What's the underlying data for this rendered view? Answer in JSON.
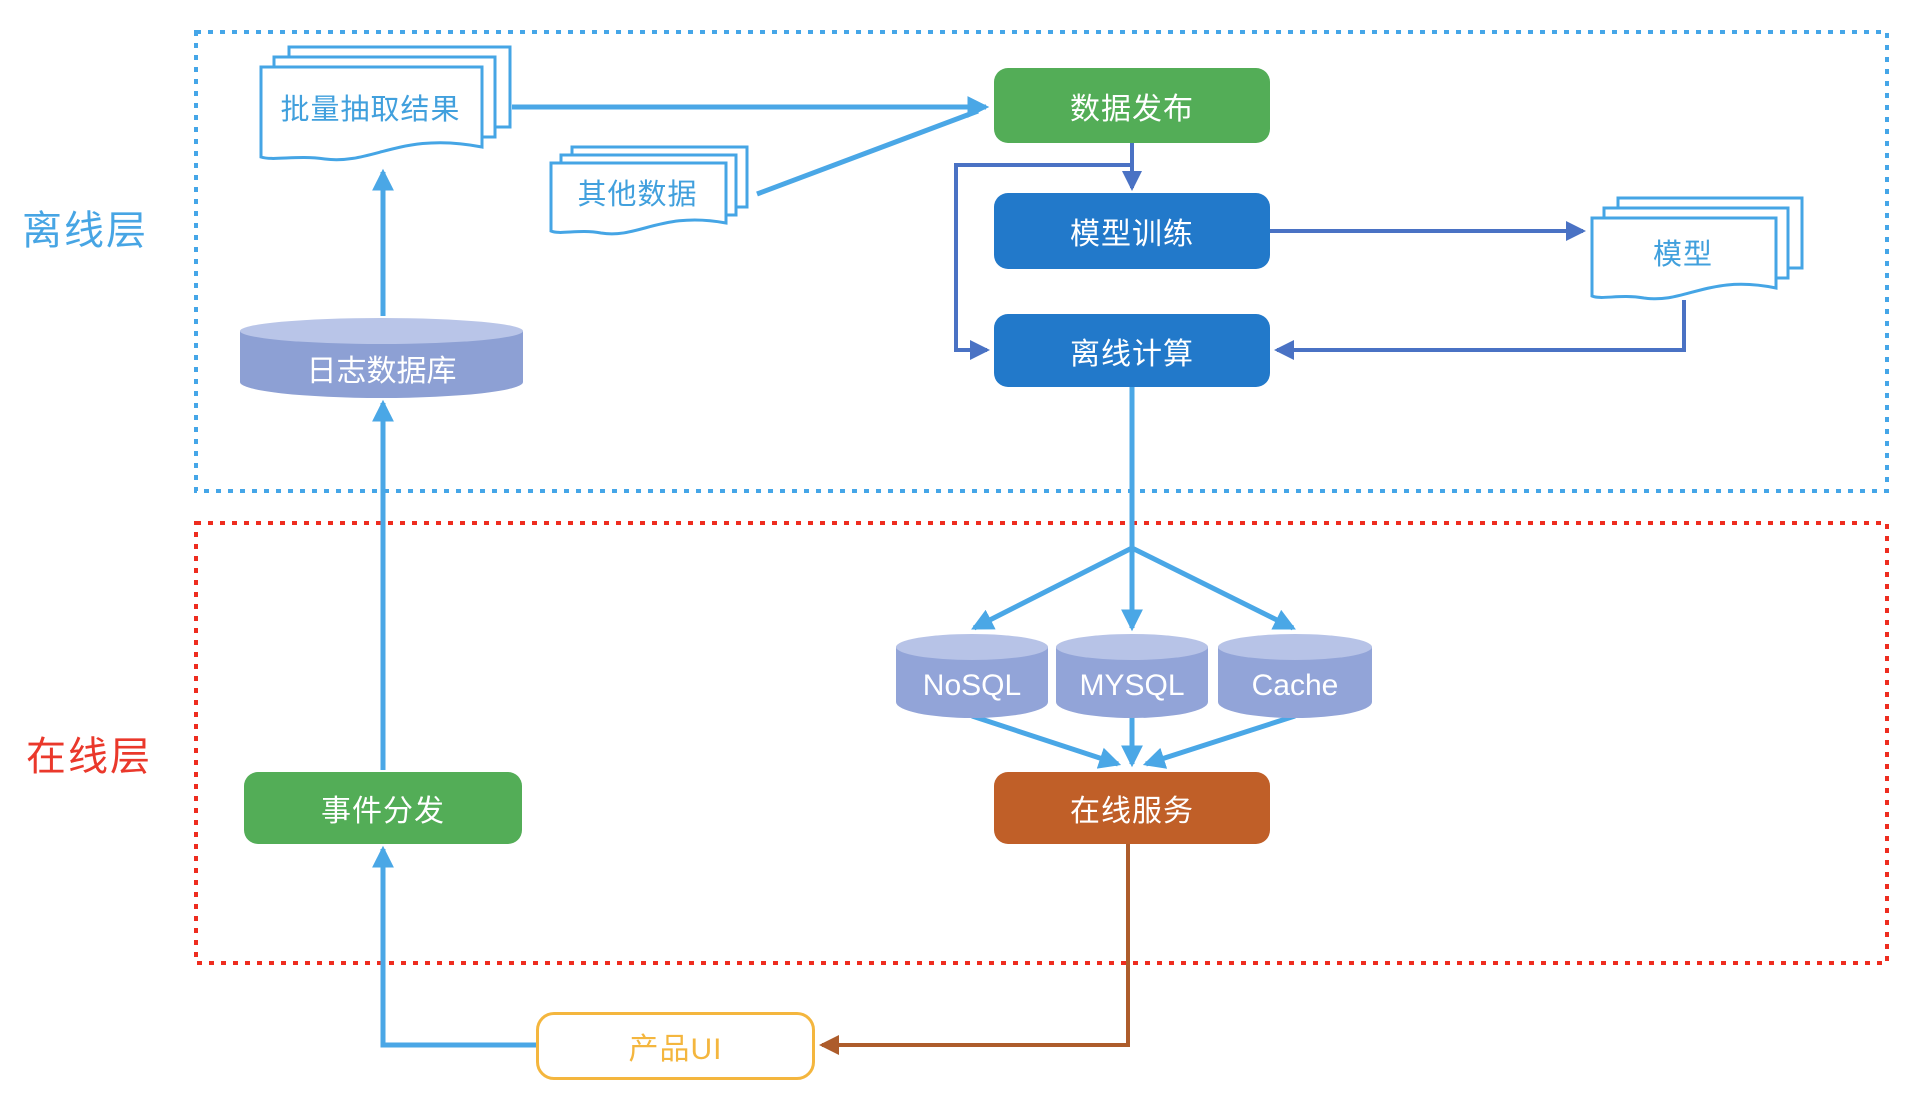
{
  "layers": {
    "offline": {
      "label": "离线层",
      "border_color": "#45a6e8",
      "text_color": "#47a5e4"
    },
    "online": {
      "label": "在线层",
      "border_color": "#ee2c1f",
      "text_color": "#ea382b"
    }
  },
  "nodes": {
    "batch_extract_result": {
      "label": "批量抽取结果",
      "type": "document-stack",
      "color": "#45a5e5"
    },
    "other_data": {
      "label": "其他数据",
      "type": "document-stack",
      "color": "#45a5e5"
    },
    "model": {
      "label": "模型",
      "type": "document-stack",
      "color": "#45a5e5"
    },
    "data_publish": {
      "label": "数据发布",
      "type": "process",
      "color": "#53ad57"
    },
    "model_training": {
      "label": "模型训练",
      "type": "process",
      "color": "#2279ca"
    },
    "offline_compute": {
      "label": "离线计算",
      "type": "process",
      "color": "#2279ca"
    },
    "log_database": {
      "label": "日志数据库",
      "type": "database",
      "color": "#8da0d4"
    },
    "nosql": {
      "label": "NoSQL",
      "type": "database",
      "color": "#92a4d8"
    },
    "mysql": {
      "label": "MYSQL",
      "type": "database",
      "color": "#92a4d8"
    },
    "cache": {
      "label": "Cache",
      "type": "database",
      "color": "#92a4d8"
    },
    "online_service": {
      "label": "在线服务",
      "type": "process",
      "color": "#c05f28"
    },
    "event_dispatch": {
      "label": "事件分发",
      "type": "process",
      "color": "#53ad57"
    },
    "product_ui": {
      "label": "产品UI",
      "type": "terminal",
      "color": "#f4b63e"
    }
  },
  "edges": [
    {
      "from": "log_database",
      "to": "batch_extract_result",
      "color": "#4aa7e6"
    },
    {
      "from": "batch_extract_result",
      "to": "data_publish",
      "color": "#4aa7e6"
    },
    {
      "from": "other_data",
      "to": "data_publish",
      "color": "#4aa7e6"
    },
    {
      "from": "data_publish",
      "to": "model_training",
      "color": "#4a72c4"
    },
    {
      "from": "data_publish",
      "to": "offline_compute",
      "color": "#4a72c4"
    },
    {
      "from": "model_training",
      "to": "model",
      "color": "#4a72c4"
    },
    {
      "from": "model",
      "to": "offline_compute",
      "color": "#4a72c4"
    },
    {
      "from": "offline_compute",
      "to": "nosql",
      "color": "#4aa7e6"
    },
    {
      "from": "offline_compute",
      "to": "mysql",
      "color": "#4aa7e6"
    },
    {
      "from": "offline_compute",
      "to": "cache",
      "color": "#4aa7e6"
    },
    {
      "from": "nosql",
      "to": "online_service",
      "color": "#4aa7e6"
    },
    {
      "from": "mysql",
      "to": "online_service",
      "color": "#4aa7e6"
    },
    {
      "from": "cache",
      "to": "online_service",
      "color": "#4aa7e6"
    },
    {
      "from": "online_service",
      "to": "product_ui",
      "color": "#ad5c2b"
    },
    {
      "from": "product_ui",
      "to": "event_dispatch",
      "color": "#4aa7e6"
    },
    {
      "from": "event_dispatch",
      "to": "log_database",
      "color": "#4aa7e6"
    }
  ]
}
